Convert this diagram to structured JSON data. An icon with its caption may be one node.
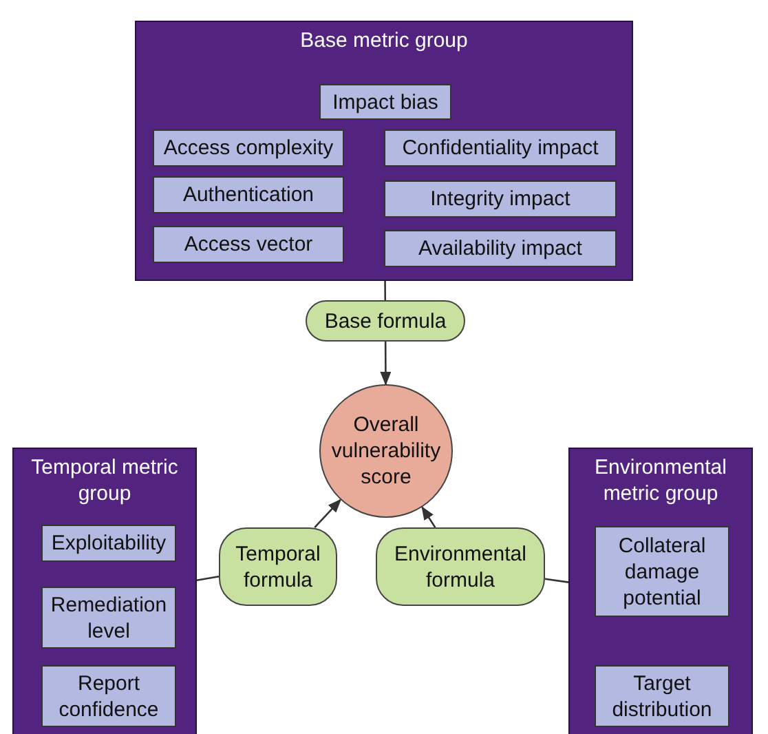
{
  "diagram": {
    "nodes": [
      {
        "text": [
          "Base metric group"
        ]
      },
      {
        "text": [
          "Impact bias"
        ],
        "in": 0
      },
      {
        "text": [
          "Access complexity"
        ],
        "in": 0
      },
      {
        "text": [
          "Confidentiality impact"
        ],
        "in": 0
      },
      {
        "text": [
          "Authentication"
        ],
        "in": 0
      },
      {
        "text": [
          "Integrity impact"
        ],
        "in": 0
      },
      {
        "text": [
          "Access vector"
        ],
        "in": 0
      },
      {
        "text": [
          "Availability impact"
        ],
        "in": 0
      },
      {
        "text": [
          "Base formula"
        ]
      },
      {
        "text": [
          "Overall vulnerability score"
        ]
      },
      {
        "text": [
          "Temporal metric group"
        ]
      },
      {
        "text": [
          "Exploitability"
        ],
        "in": 10
      },
      {
        "text": [
          "Remediation level"
        ],
        "in": 10
      },
      {
        "text": [
          "Report confidence"
        ],
        "in": 10
      },
      {
        "text": [
          "Temporal formula"
        ]
      },
      {
        "text": [
          "Environmental metric group"
        ]
      },
      {
        "text": [
          "Collateral damage potential"
        ],
        "in": 15
      },
      {
        "text": [
          "Target distribution"
        ],
        "in": 15
      },
      {
        "text": [
          "Environmental formula"
        ]
      }
    ],
    "edges": [
      {
        "from": 0,
        "to": 8,
        "arrow": "none"
      },
      {
        "from": 8,
        "to": 9,
        "arrow": "to"
      },
      {
        "from": 14,
        "to": 9,
        "arrow": "to"
      },
      {
        "from": 18,
        "to": 9,
        "arrow": "to"
      },
      {
        "from": 10,
        "to": 14,
        "arrow": "none"
      },
      {
        "from": 15,
        "to": 18,
        "arrow": "none"
      }
    ]
  }
}
